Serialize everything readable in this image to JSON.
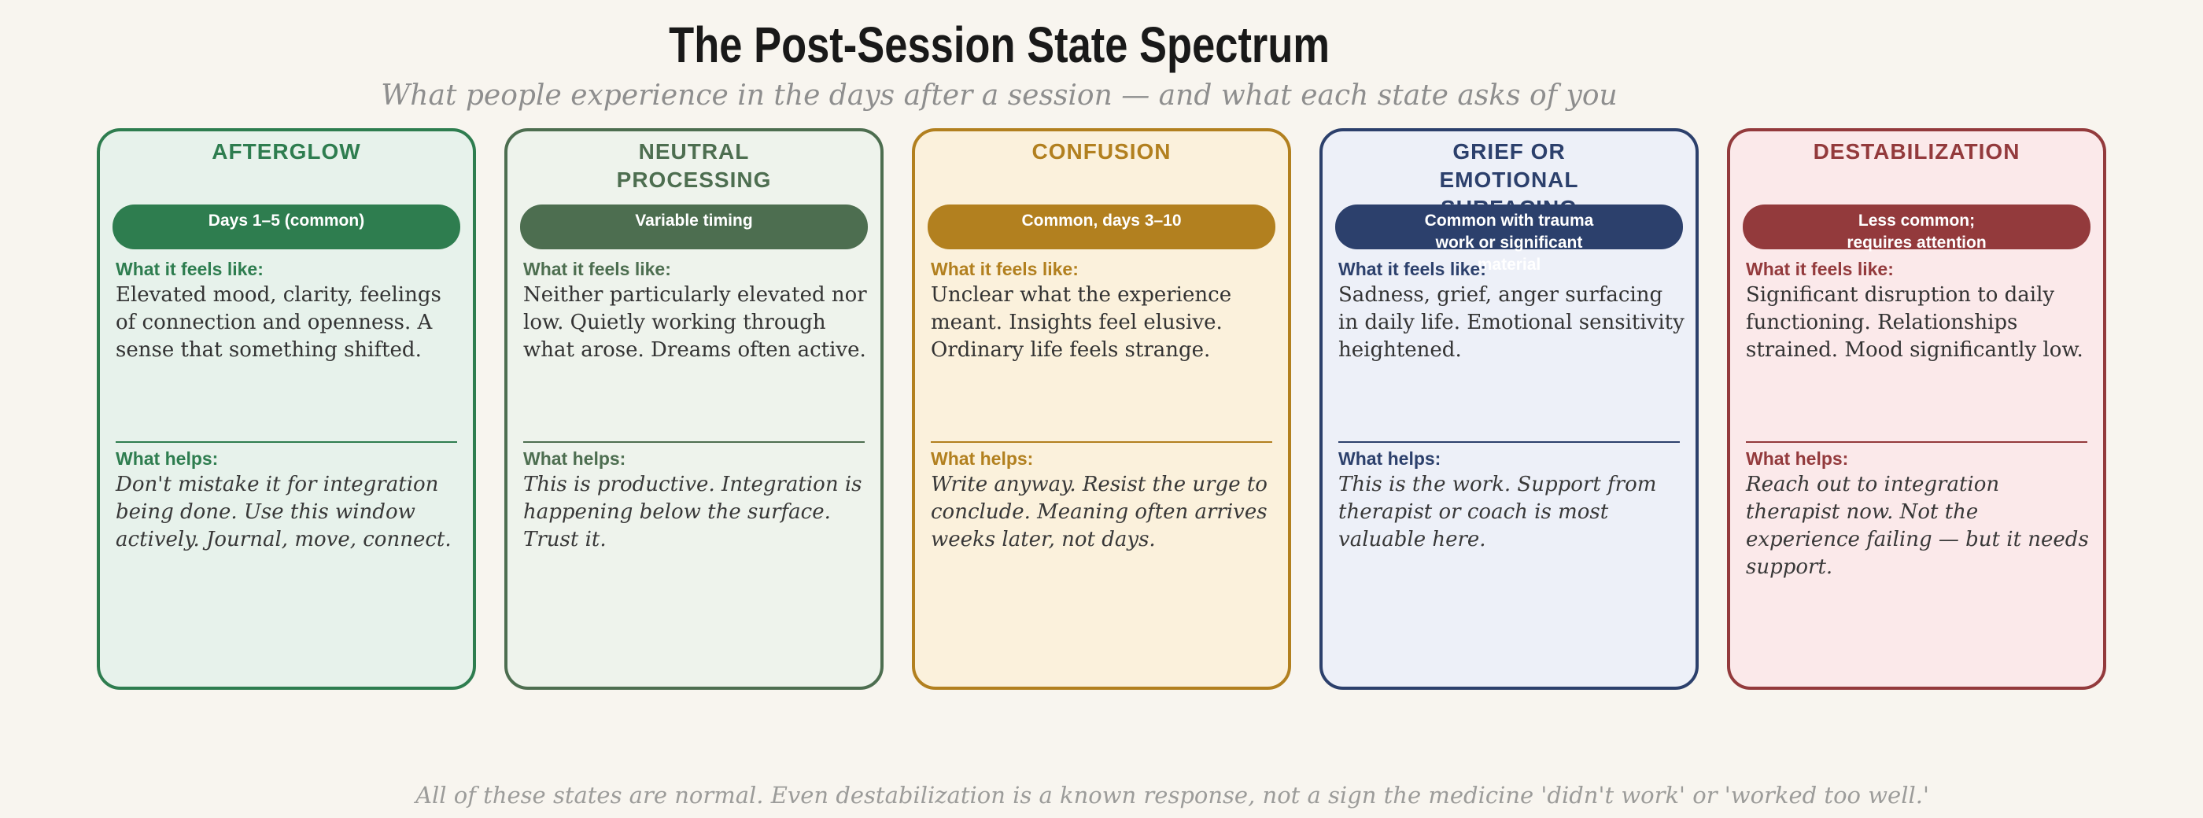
{
  "header": {
    "title": "The Post-Session State Spectrum",
    "subtitle": "What people experience in the days after a session — and what each state asks of you"
  },
  "cards": [
    {
      "title": "AFTERGLOW",
      "badge": "Days 1–5 (common)",
      "feels_label": "What it feels like:",
      "feels_text": "Elevated mood, clarity, feelings\nof connection and openness. A\nsense that something shifted.",
      "helps_label": "What helps:",
      "helps_text": "Don't mistake it for integration\nbeing done. Use this window\nactively. Journal, move, connect.",
      "theme_color": "#2e7d4f",
      "bg_color": "#e7f2eb"
    },
    {
      "title": "NEUTRAL\nPROCESSING",
      "badge": "Variable timing",
      "feels_label": "What it feels like:",
      "feels_text": "Neither particularly elevated nor\nlow. Quietly working through\nwhat arose. Dreams often active.",
      "helps_label": "What helps:",
      "helps_text": "This is productive. Integration is\nhappening below the surface.\nTrust it.",
      "theme_color": "#4d6e50",
      "bg_color": "#eef3ec"
    },
    {
      "title": "CONFUSION",
      "badge": "Common, days 3–10",
      "feels_label": "What it feels like:",
      "feels_text": "Unclear what the experience\nmeant. Insights feel elusive.\nOrdinary life feels strange.",
      "helps_label": "What helps:",
      "helps_text": "Write anyway. Resist the urge to\nconclude. Meaning often arrives\nweeks later, not days.",
      "theme_color": "#b2801f",
      "bg_color": "#fbf1dc"
    },
    {
      "title": "GRIEF OR\nEMOTIONAL\nSURFACING",
      "badge": "Common with trauma\nwork or significant\nmaterial",
      "feels_label": "What it feels like:",
      "feels_text": "Sadness, grief, anger surfacing\nin daily life. Emotional sensitivity\nheightened.",
      "helps_label": "What helps:",
      "helps_text": "This is the work. Support from\ntherapist or coach is most\nvaluable here.",
      "theme_color": "#2c406c",
      "bg_color": "#edf0f8"
    },
    {
      "title": "DESTABILIZATION",
      "badge": "Less common;\nrequires attention",
      "feels_label": "What it feels like:",
      "feels_text": "Significant disruption to daily\nfunctioning. Relationships\nstrained. Mood significantly low.",
      "helps_label": "What helps:",
      "helps_text": "Reach out to integration\ntherapist now. Not the\nexperience failing — but it needs\nsupport.",
      "theme_color": "#933a3c",
      "bg_color": "#fbe9ea"
    }
  ],
  "footer": {
    "note": "All of these states are normal. Even destabilization is a known response, not a sign the medicine 'didn't work' or 'worked too well.'"
  },
  "colors": {
    "page_background": "#f8f5ef",
    "title_text": "#191919",
    "subtitle_text": "#8e8e8e",
    "body_text": "#333333",
    "footer_text": "#9c9c9a"
  }
}
